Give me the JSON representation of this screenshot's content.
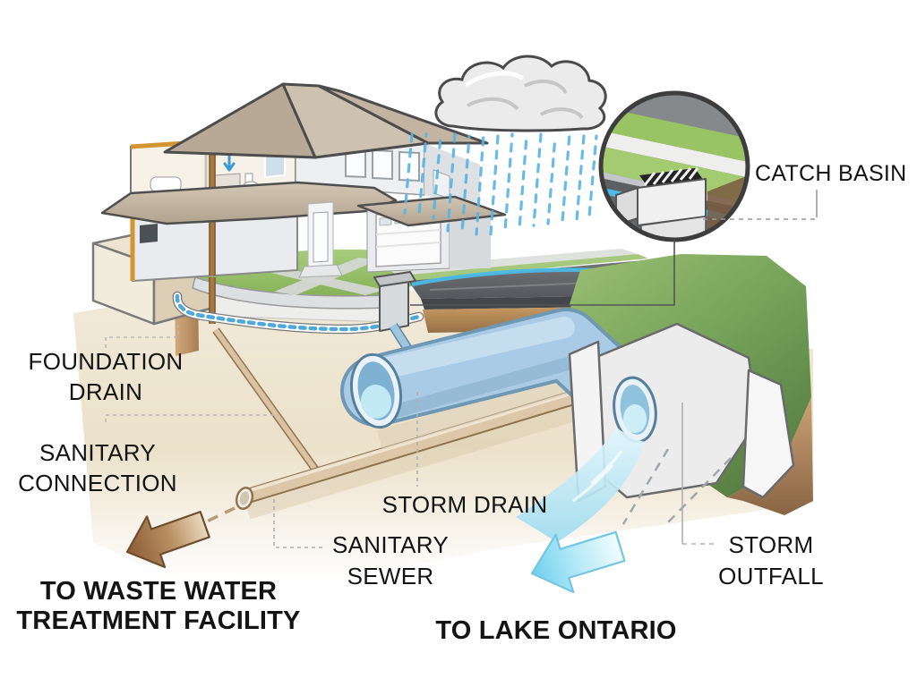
{
  "figure": {
    "subject": "Residential storm water and sanitary sewer system cutaway illustration",
    "scene_elements": [
      "house-cutaway",
      "rain-cloud",
      "rain",
      "street",
      "lawn",
      "catch-basin-inset",
      "foundation-drain-pipe",
      "sanitary-connection-pipe",
      "sanitary-sewer-pipe",
      "storm-drain-pipe",
      "storm-outfall",
      "hillside",
      "flow-arrow-to-treatment",
      "flow-arrow-to-lake"
    ]
  },
  "labels": {
    "catch_basin": "CATCH BASIN",
    "foundation_drain": [
      "FOUNDATION",
      "DRAIN"
    ],
    "sanitary_connection": [
      "SANITARY",
      "CONNECTION"
    ],
    "storm_drain": "STORM DRAIN",
    "sanitary_sewer": [
      "SANITARY",
      "SEWER"
    ],
    "storm_outfall": [
      "STORM",
      "OUTFALL"
    ],
    "to_waste_water": [
      "TO WASTE WATER",
      "TREATMENT FACILITY"
    ],
    "to_lake_ontario": "TO LAKE ONTARIO"
  },
  "colors": {
    "background": "#ffffff",
    "label_text": "#141414",
    "rain_blue": "#58b4e2",
    "gutter_water": "#4ab9e5",
    "storm_pipe": "#a9cbe5",
    "storm_water": "#c6ecf6",
    "sanitary_pipe_tan": "#dcc8a8",
    "stack_pipe_brown": "#a5793f",
    "lawn_green": "#9ec873",
    "road_gray": "#63676b",
    "soil_tan": "#c79a62",
    "underground_cream": "#ece1c9",
    "concrete": "#ececec",
    "roof_taupe": "#c2b4a1",
    "arrow_brown": "#8a5c34",
    "arrow_cyan": "#6fd0ef"
  }
}
